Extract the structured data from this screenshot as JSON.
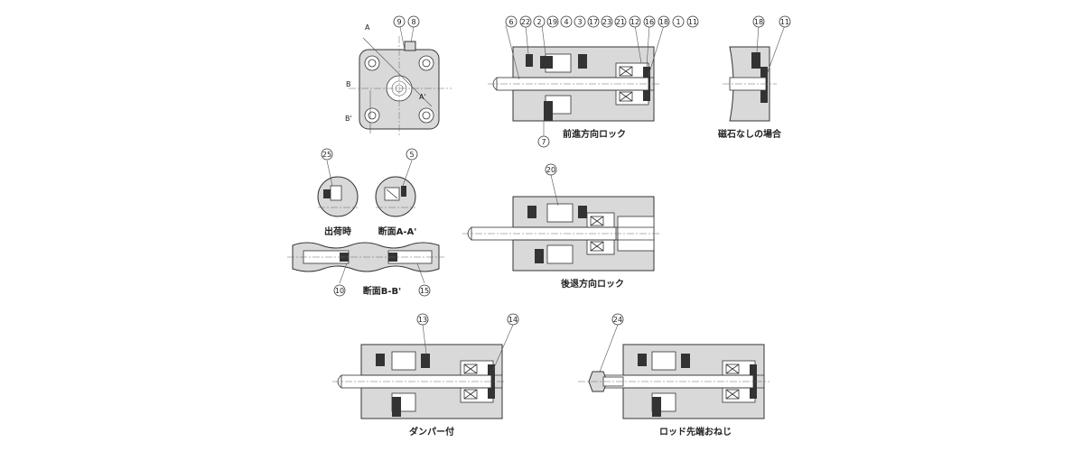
{
  "captions": {
    "forward_lock": "前進方向ロック",
    "no_magnet": "磁石なしの場合",
    "shipping": "出荷時",
    "section_aa": "断面A-A'",
    "section_bb": "断面B-B'",
    "backward_lock": "後退方向ロック",
    "damper": "ダンパー付",
    "rod_end": "ロッド先端おねじ"
  },
  "section_marks": {
    "a": "A",
    "a_prime": "A'",
    "b": "B",
    "b_prime": "B'"
  },
  "callouts": {
    "end_view": [
      "9",
      "8"
    ],
    "forward_top": [
      "6",
      "22",
      "2",
      "19",
      "4",
      "3",
      "17",
      "23",
      "21",
      "12",
      "16",
      "18",
      "1",
      "11"
    ],
    "forward_bottom": [
      "7"
    ],
    "no_magnet": [
      "18",
      "11"
    ],
    "shipping": [
      "25"
    ],
    "section_aa": [
      "5"
    ],
    "section_bb": [
      "10",
      "15"
    ],
    "backward": [
      "20"
    ],
    "damper": [
      "13",
      "14"
    ],
    "rod_end": [
      "24"
    ]
  }
}
